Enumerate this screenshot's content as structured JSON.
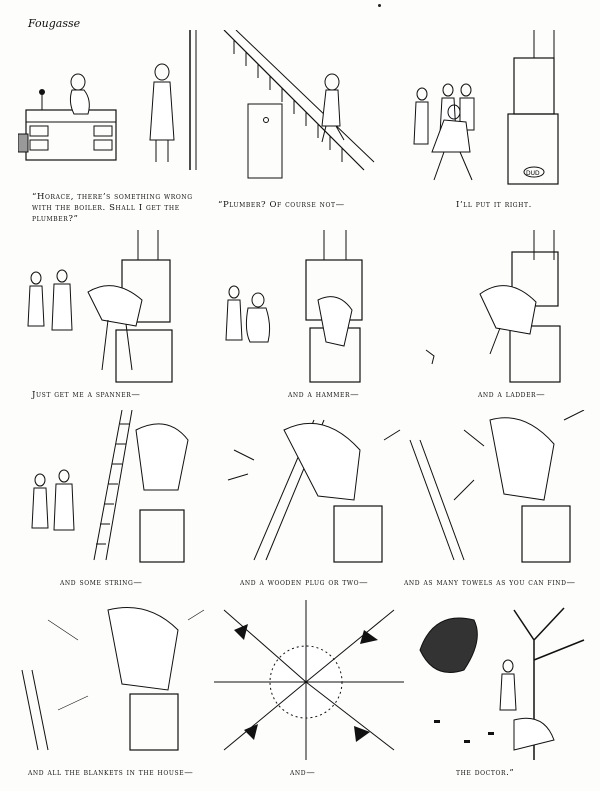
{
  "signature": "Fougasse",
  "panels": [
    {
      "caption": "“Horace, there’s something wrong with the boiler. Shall I get the plumber?”"
    },
    {
      "caption": "“Plumber? Of course not—"
    },
    {
      "caption": "I’ll put it right."
    },
    {
      "caption": "Just get me a spanner—"
    },
    {
      "caption": "and a hammer—"
    },
    {
      "caption": "and a ladder—"
    },
    {
      "caption": "and some string—"
    },
    {
      "caption": "and a wooden plug or two—"
    },
    {
      "caption": "and as many towels as you can find—"
    },
    {
      "caption": "and all the blankets in the house—"
    },
    {
      "caption": "and—"
    },
    {
      "caption": "the doctor.”"
    }
  ],
  "boiler_label": "DUD"
}
